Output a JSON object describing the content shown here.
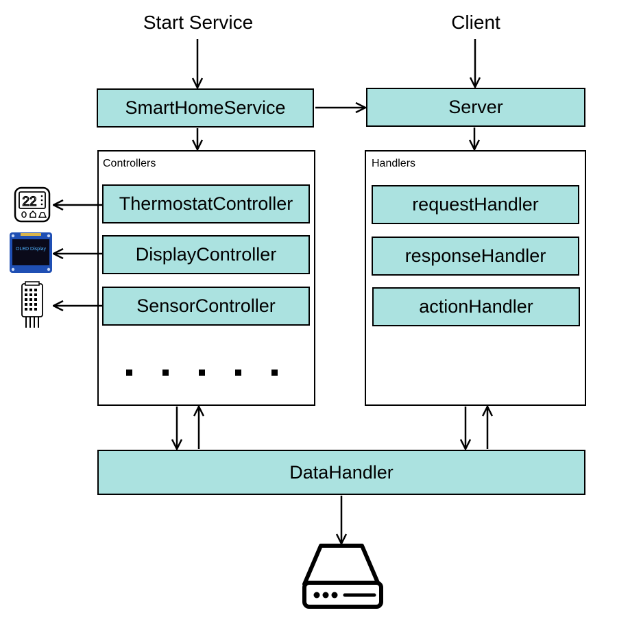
{
  "labels": {
    "start_service": "Start Service",
    "client": "Client"
  },
  "boxes": {
    "smart_home_service": "SmartHomeService",
    "server": "Server",
    "data_handler": "DataHandler"
  },
  "controllers": {
    "title": "Controllers",
    "items": [
      "ThermostatController",
      "DisplayController",
      "SensorController"
    ],
    "ellipsis_count": 5
  },
  "handlers": {
    "title": "Handlers",
    "items": [
      "requestHandler",
      "responseHandler",
      "actionHandler"
    ]
  },
  "devices": {
    "thermostat": {
      "icon": "thermostat-icon",
      "reading": "22"
    },
    "display": {
      "icon": "oled-display-icon",
      "text": "OLED Display"
    },
    "sensor": {
      "icon": "dht-sensor-icon"
    },
    "storage": {
      "icon": "hard-drive-icon"
    }
  },
  "colors": {
    "box_fill": "#abe2e0",
    "stroke": "#000000",
    "oled_board": "#1f4fb4",
    "oled_screen": "#0a0a1a",
    "oled_text": "#4fb3ff"
  }
}
